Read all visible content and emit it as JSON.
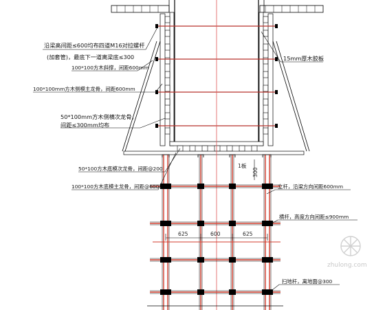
{
  "labels": {
    "tie_bolt_1": "沿梁高间距≤600均布四道M16对拉螺杆",
    "tie_bolt_2": "(加套管)，最底下一道离梁底≤300",
    "plywood": "15mm厚木胶板",
    "diag_brace": "100*100方木斜撑，间距600mm",
    "side_main": "100*100mm方木侧模主龙骨，间距600mm",
    "side_sec_1": "50*100mm方木侧横次龙骨，",
    "side_sec_2": "间距≤300mm均布",
    "bottom_sec": "50*100方木底模次龙骨，间距@200",
    "bottom_main": "100*100方木底模主龙骨，间距@600",
    "upright": "立杆，沿梁方向间距600mm",
    "ledger": "横杆，高度方向间距≤900mm",
    "sweep": "扫地杆，离地面@300",
    "gap_note": "1板",
    "gap_dim": "300"
  },
  "dimensions": [
    "625",
    "600",
    "625"
  ],
  "watermark": "zhulong.com",
  "colors": {
    "line": "#000000",
    "scaffold": "#d33b2c",
    "center_axis": "#e05555",
    "plywood_fill": "#bdbdbd"
  }
}
